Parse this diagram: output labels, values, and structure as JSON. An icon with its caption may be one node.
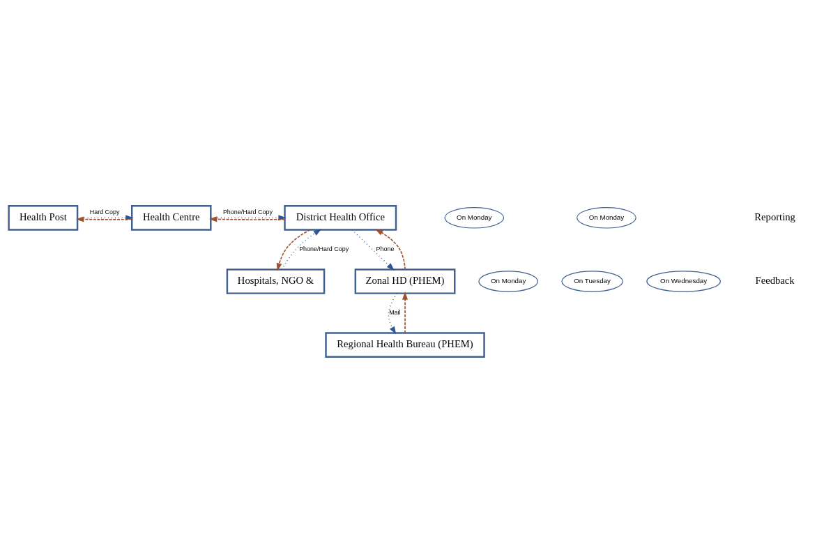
{
  "diagram": {
    "nodes": [
      {
        "text": [
          "Health Post"
        ]
      },
      {
        "text": [
          "Health Centre"
        ]
      },
      {
        "text": [
          "District Health Office"
        ]
      },
      {
        "text": [
          "Hospitals, NGO &"
        ]
      },
      {
        "text": [
          "Zonal HD (PHEM)"
        ]
      },
      {
        "text": [
          "Regional Health Bureau (PHEM)"
        ]
      },
      {
        "text": [
          "On Monday"
        ]
      },
      {
        "text": [
          "On Monday"
        ]
      },
      {
        "text": [
          "On Monday"
        ]
      },
      {
        "text": [
          "On Tuesday"
        ]
      },
      {
        "text": [
          "On Wednesday"
        ]
      }
    ],
    "edges": [
      {
        "from": 0,
        "to": 1,
        "arrow": "to",
        "label": "Hard Copy",
        "color": "#2f5597"
      },
      {
        "from": 1,
        "to": 0,
        "arrow": "to",
        "style": "dashed",
        "color": "#a0522d"
      },
      {
        "from": 1,
        "to": 2,
        "arrow": "to",
        "label": "Phone/Hard Copy",
        "color": "#2f5597"
      },
      {
        "from": 2,
        "to": 1,
        "arrow": "to",
        "style": "dashed",
        "color": "#a0522d"
      },
      {
        "from": 3,
        "to": 2,
        "arrow": "to",
        "label": "Phone/Hard Copy",
        "color": "#2f5597"
      },
      {
        "from": 2,
        "to": 3,
        "arrow": "to",
        "style": "dashed",
        "color": "#a0522d"
      },
      {
        "from": 2,
        "to": 4,
        "arrow": "to",
        "label": "Phone",
        "color": "#2f5597"
      },
      {
        "from": 4,
        "to": 2,
        "arrow": "to",
        "style": "dashed",
        "color": "#a0522d"
      },
      {
        "from": 4,
        "to": 5,
        "arrow": "to",
        "label": "Mail",
        "color": "#2f5597"
      },
      {
        "from": 5,
        "to": 4,
        "arrow": "to",
        "style": "dashed",
        "color": "#a0522d"
      }
    ],
    "legend": [
      {
        "text": "Reporting"
      },
      {
        "text": "Feedback"
      }
    ]
  }
}
